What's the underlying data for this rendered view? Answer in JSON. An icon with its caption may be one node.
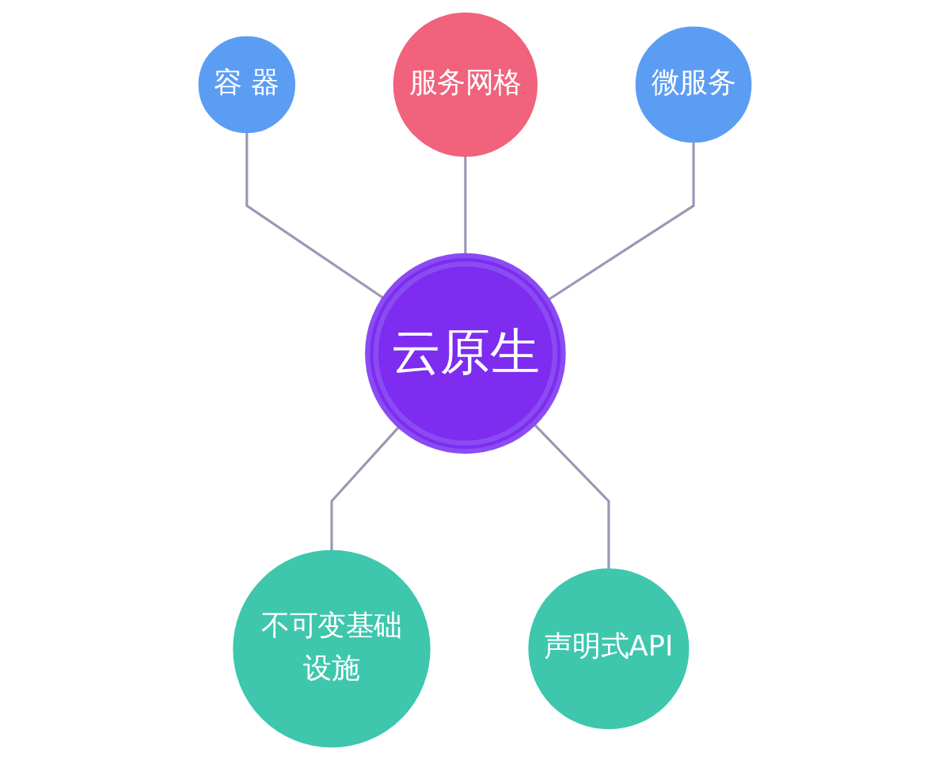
{
  "diagram": {
    "nodes": [
      {
        "text": [
          "服务网格"
        ]
      },
      {
        "text": [
          "容 器"
        ]
      },
      {
        "text": [
          "云原生"
        ]
      },
      {
        "text": [
          "微服务"
        ]
      },
      {
        "text": [
          "不可变基础设施"
        ]
      },
      {
        "text": [
          "声明式API"
        ]
      }
    ],
    "edges": [
      {
        "from": 1,
        "to": 2,
        "arrow": "none"
      },
      {
        "from": 0,
        "to": 2,
        "arrow": "none"
      },
      {
        "from": 3,
        "to": 2,
        "arrow": "none"
      },
      {
        "from": 2,
        "to": 4,
        "arrow": "none"
      },
      {
        "from": 2,
        "to": 5,
        "arrow": "none"
      }
    ]
  }
}
